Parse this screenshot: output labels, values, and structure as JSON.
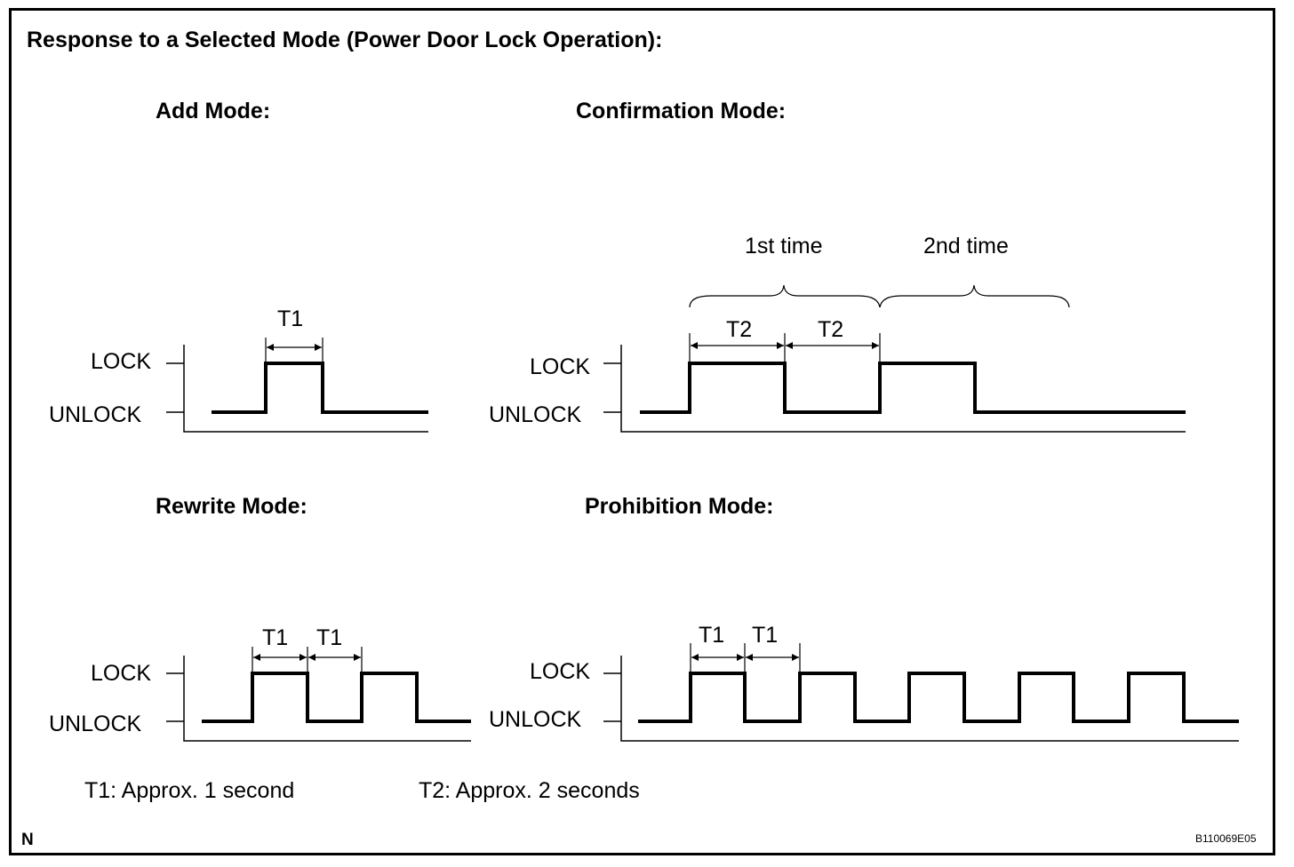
{
  "title": "Response to a Selected Mode (Power Door Lock Operation):",
  "levels": {
    "lock": "LOCK",
    "unlock": "UNLOCK"
  },
  "panels": {
    "add": {
      "title": "Add Mode:",
      "interval_labels": [
        "T1"
      ]
    },
    "confirmation": {
      "title": "Confirmation Mode:",
      "interval_labels": [
        "T2",
        "T2"
      ],
      "group_labels": [
        "1st time",
        "2nd time"
      ]
    },
    "rewrite": {
      "title": "Rewrite Mode:",
      "interval_labels": [
        "T1",
        "T1"
      ]
    },
    "prohibition": {
      "title": "Prohibition Mode:",
      "interval_labels": [
        "T1",
        "T1"
      ]
    }
  },
  "notes": {
    "t1": "T1: Approx. 1 second",
    "t2": "T2: Approx. 2 seconds"
  },
  "corner_letter": "N",
  "figure_code": "B110069E05"
}
